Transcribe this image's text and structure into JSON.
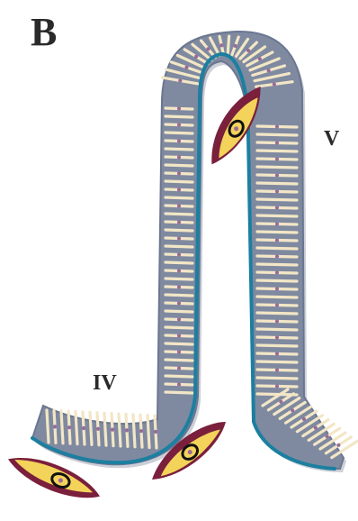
{
  "figure": {
    "panel_letter": "B",
    "region_labels": {
      "right_arm": "V",
      "left_arm": "IV"
    }
  },
  "colors": {
    "tissue_band": "#7f8aa0",
    "tissue_band_shadow": "#6c768d",
    "lumen_surface": "#1c7fa0",
    "cell_body": "#f2e6c6",
    "cell_nucleus": "#9a6a9a",
    "leaflet_fill": "#f3d35a",
    "leaflet_rim": "#7a1f3c",
    "leaflet_eye": "#111111",
    "background": "#ffffff"
  },
  "icons": {
    "leaflet_top": "leaf-shaped-cell-icon",
    "leaflet_bottom_left": "leaf-shaped-cell-icon",
    "leaflet_bottom_mid": "leaf-shaped-cell-icon"
  }
}
